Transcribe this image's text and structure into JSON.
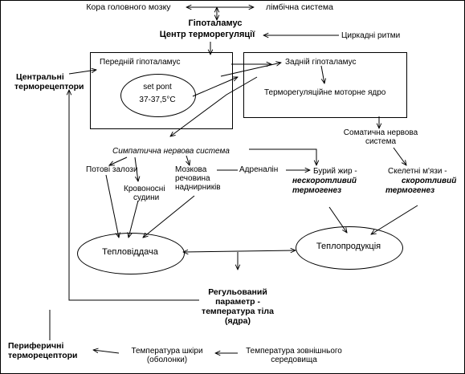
{
  "nodes": {
    "cortex": "Кора головного мозку",
    "limbic": "лімбічна система",
    "hypothalamus_line1": "Гіпоталамус",
    "hypothalamus_line2": "Центр терморегуляції",
    "circadian": "Циркадні ритми",
    "anterior": "Передній гіпоталамус",
    "set_point_line1": "set pont",
    "set_point_value": "37-37,5",
    "set_point_unit": "°C",
    "posterior": "Задній гіпоталамус",
    "motor_nucleus": "Терморегуляційне моторне ядро",
    "central_receptors_line1": "Центральні",
    "central_receptors_line2": "терморецептори",
    "somatic_line1": "Соматична нервова",
    "somatic_line2": "система",
    "sympathetic": "Симпатична нервова система",
    "sweat_glands": "Потові залози",
    "vessels_line1": "Кровоносні",
    "vessels_line2": "судини",
    "adrenal_line1": "Мозкова",
    "adrenal_line2": "речовина",
    "adrenal_line3": "наднирників",
    "adrenaline": "Адреналін",
    "brown_fat_line1": "Бурий жир -",
    "brown_fat_line2": "нескоротливий",
    "brown_fat_line3": "термогенез",
    "muscles_line1": "Скелетні м'язи -",
    "muscles_line2": "скоротливий",
    "muscles_line3": "термогенез",
    "heat_loss": "Тепловіддача",
    "heat_production": "Теплопродукція",
    "regulated_line1": "Регульований",
    "regulated_line2": "параметр -",
    "regulated_line3": "температура тіла",
    "regulated_line4": "(ядра)",
    "peripheral_line1": "Периферичні",
    "peripheral_line2": "терморецептори",
    "skin_line1": "Температура шкіри",
    "skin_line2": "(оболонки)",
    "env_line1": "Температура зовнішнього",
    "env_line2": "середовища"
  },
  "colors": {
    "line": "#000000",
    "background": "#ffffff"
  }
}
